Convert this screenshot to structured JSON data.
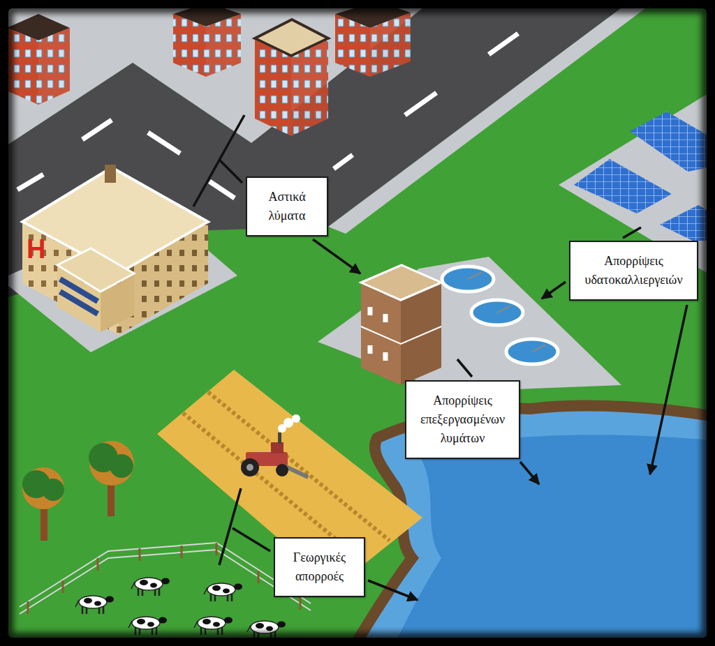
{
  "diagram": {
    "nodes": [
      {
        "text": [
          "Αστικά λύματα"
        ]
      },
      {
        "text": [
          "Απορρίψεις υδατοκαλλιεργειών"
        ]
      },
      {
        "text": [
          "Απορρίψεις επεξεργασμένων λυμάτων"
        ]
      },
      {
        "text": [
          "Γεωργικές απορροές"
        ]
      }
    ],
    "labels": [
      "H"
    ]
  }
}
